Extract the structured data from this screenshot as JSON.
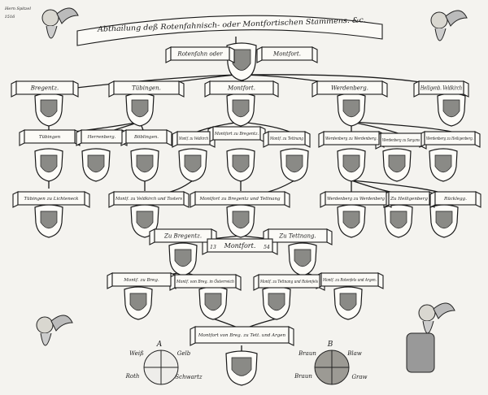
{
  "title": "Abthailung deß Rotenfahnisch- oder Montfortischen Stammens. &c.",
  "annotations": [
    "Hern Spitzel",
    "1516"
  ],
  "root": {
    "left": "Rotenfahn oder",
    "right": "Montfort."
  },
  "level1": [
    "Bregentz.",
    "Tübingen.",
    "Montfort.",
    "Werdenberg.",
    "Heiligenb. Veldkirch"
  ],
  "level2": [
    "Tübingen",
    "Herrenberg.",
    "Böblingen.",
    "Montf. zu Veldkirch",
    "Montfort zu Bregentz.",
    "Montf. zu Tettnang",
    "Werdenberg zu Werdenberg.",
    "Werdenberg zu Sargans",
    "Werdenberg zu Heiligenberg."
  ],
  "level3": [
    "Tübingen zu Lichteneck",
    "Montf. zu Veldkirch und Tosters",
    "Montfort zu Bregentz und Tettnang",
    "Werdenberg zu Werdenberg",
    "Zu Heiligenberg",
    "Rücklegg."
  ],
  "level4": {
    "left": "Zu Bregentz.",
    "center": "Montfort.",
    "num_left": "13",
    "num_right": "54",
    "right": "Zu Tettnang."
  },
  "level5": [
    "Montf. zu Breg.",
    "Montf. von Breg. in Österreich",
    "Montf. zu Tettnang und Rotenfels",
    "Montf. zu Rotenfels und Argen."
  ],
  "bottom": "Montfort von Breg. zu Tett. und Argen",
  "legend_a": {
    "letter": "A",
    "tl": "Weiß",
    "tr": "Gelb",
    "bl": "Roth",
    "br": "Schwartz"
  },
  "legend_b": {
    "letter": "B",
    "tl": "Braun",
    "tr": "Blaw",
    "bl": "Braun",
    "br": "Graw"
  }
}
